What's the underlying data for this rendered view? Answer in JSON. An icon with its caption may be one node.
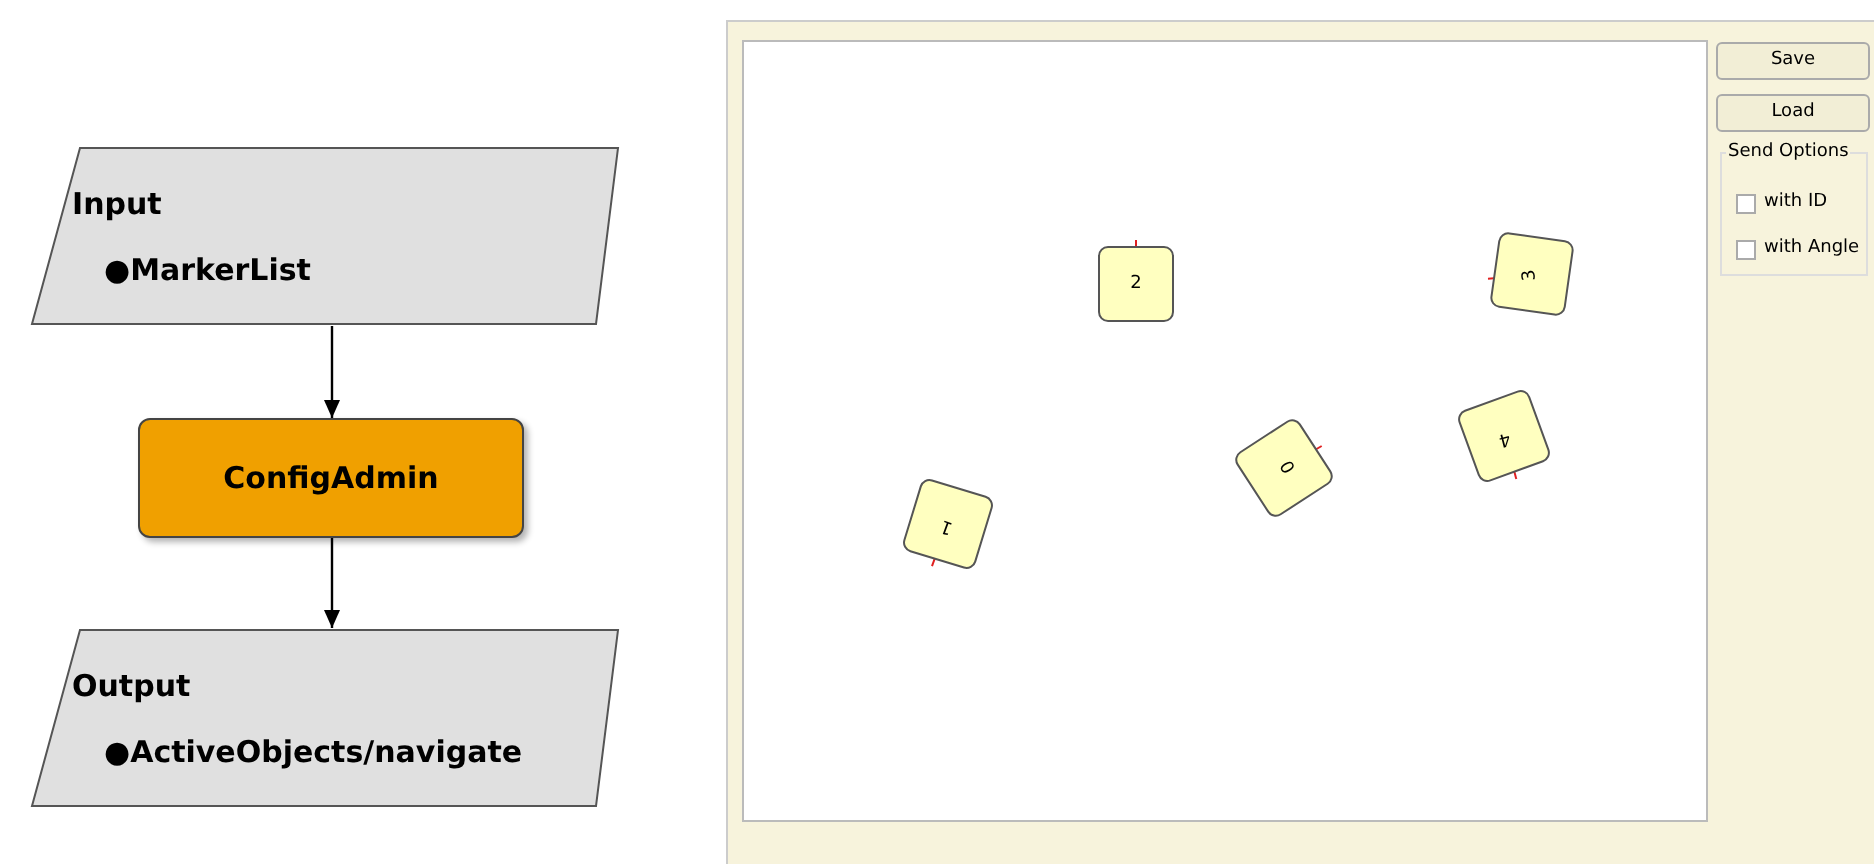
{
  "diagram": {
    "nodes": [
      {
        "text": [
          "Input",
          "●MarkerList"
        ]
      },
      {
        "text": [
          "ConfigAdmin"
        ]
      },
      {
        "text": [
          "Output",
          "●ActiveObjects/navigate"
        ]
      },
      {
        "text": [
          "2"
        ]
      },
      {
        "text": [
          "3"
        ]
      },
      {
        "text": [
          "0"
        ]
      },
      {
        "text": [
          "4"
        ]
      },
      {
        "text": [
          "1"
        ]
      }
    ],
    "edges": [
      {
        "from": 0,
        "to": 1,
        "arrow": "to"
      },
      {
        "from": 1,
        "to": 2,
        "arrow": "to"
      }
    ],
    "labels": [
      "Save",
      "Load",
      "Send Options",
      "with ID",
      "with Angle"
    ]
  }
}
